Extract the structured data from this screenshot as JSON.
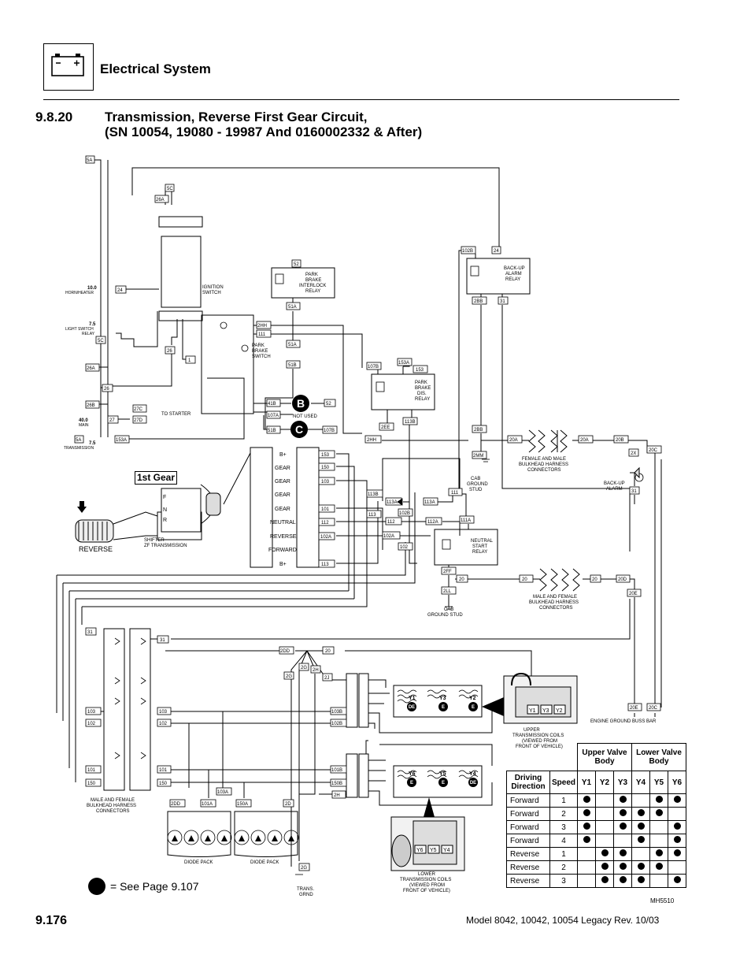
{
  "header": {
    "title": "Electrical System"
  },
  "section": {
    "number": "9.8.20",
    "title_line1": "Transmission, Reverse First Gear Circuit,",
    "title_line2": "(SN 10054, 19080 - 19987 And 0160002332 & After)"
  },
  "diagram": {
    "gear_label": "1st Gear",
    "reverse_label": "REVERSE",
    "shifter_label": "SHIFTER",
    "shifter_sub": "ZF TRANSMISSION",
    "ignition_switch": "IGNITION\nSWITCH",
    "park_brake_switch": "PARK\nBRAKE\nSWITCH",
    "park_brake_interlock": "PARK\nBRAKE\nINTERLOCK\nRELAY",
    "park_brake_dis": "PARK\nBRAKE\nDIS.\nRELAY",
    "backup_alarm_relay": "BACK-UP\nALARM\nRELAY",
    "backup_alarm": "BACK-UP\nALARM",
    "neutral_start_relay": "NEUTRAL\nSTART\nRELAY",
    "cab_ground_stud": "CAB\nGROUND\nSTUD",
    "cab_ground_stud2": "CAB\nGROUND STUD",
    "female_male_bh": "FEMALE AND MALE\nBULKHEAD HARNESS\nCONNECTORS",
    "male_female_bh": "MALE AND FEMALE\nBULKHEAD HARNESS\nCONNECTORS",
    "male_female_bh2": "MALE AND FEMALE\nBULKHEAD HARNESS\nCONNECTORS",
    "engine_ground_bus": "ENGINE GROUND BUSS BAR",
    "upper_coils": "UPPER\nTRANSMISSION COILS\n(VIEWED FROM\nFRONT OF VEHICLE)",
    "lower_coils": "LOWER\nTRANSMISSION COILS\n(VIEWED FROM\nFRONT OF VEHICLE)",
    "diode_pack": "DIODE PACK",
    "trans_grnd": "TRANS.\nGRND",
    "to_starter": "TO STARTER",
    "not_used": "NOT USED",
    "fuses": [
      {
        "amp": "10.0",
        "name": "HORN/HEATER"
      },
      {
        "amp": "7.5",
        "name": "LIGHT SWITCH\nRELAY"
      },
      {
        "amp": "40.0",
        "name": "MAIN"
      },
      {
        "amp": "7.5",
        "name": "TRANSMISSION"
      }
    ],
    "shifter_pins": [
      "B+",
      "GEAR",
      "GEAR",
      "GEAR",
      "GEAR",
      "NEUTRAL",
      "REVERSE",
      "FORWARD",
      "B+"
    ],
    "shifter_wires": [
      "153",
      "150",
      "103",
      "",
      "101",
      "112",
      "102A",
      "113"
    ],
    "marker_b": "B",
    "marker_c": "C",
    "wire_labels": [
      "5A",
      "5C",
      "26A",
      "24",
      "26",
      "26A",
      "26B",
      "27",
      "27C",
      "27D",
      "5A",
      "153A",
      "2HH",
      "111",
      "41B",
      "107A",
      "51B",
      "107B",
      "51A",
      "51B",
      "52",
      "153A",
      "153",
      "107B",
      "2EE",
      "113B",
      "102B",
      "24",
      "2BB",
      "31",
      "2BB",
      "2MM",
      "20A",
      "20A",
      "20B",
      "2X",
      "20C",
      "31",
      "113B",
      "113A",
      "113A",
      "111",
      "111A",
      "113",
      "102B",
      "112",
      "112A",
      "102A",
      "102",
      "2FF",
      "2LL",
      "20",
      "20",
      "20D",
      "20E",
      "31",
      "31",
      "2DD",
      "20",
      "2G",
      "2H",
      "2J",
      "103",
      "103",
      "102",
      "102",
      "103B",
      "102B",
      "101",
      "101",
      "150",
      "150",
      "101B",
      "150B",
      "2H",
      "2DD",
      "101A",
      "103A",
      "150A",
      "2D",
      "2G",
      "20E",
      "20C"
    ]
  },
  "coils": {
    "upper": [
      "Y1",
      "Y3",
      "Y2"
    ],
    "lower": [
      "Y6",
      "Y5",
      "Y4"
    ],
    "upper_dots": [
      "DE",
      "E",
      "E"
    ],
    "lower_dots": [
      "E",
      "E",
      "DE"
    ]
  },
  "table": {
    "upper_header": "Upper Valve Body",
    "lower_header": "Lower Valve Body",
    "dir_header": "Driving Direction",
    "speed_header": "Speed",
    "valves": [
      "Y1",
      "Y2",
      "Y3",
      "Y4",
      "Y5",
      "Y6"
    ],
    "rows": [
      {
        "dir": "Forward",
        "speed": "1",
        "on": [
          1,
          0,
          1,
          0,
          1,
          1
        ]
      },
      {
        "dir": "Forward",
        "speed": "2",
        "on": [
          1,
          0,
          1,
          1,
          1,
          0
        ]
      },
      {
        "dir": "Forward",
        "speed": "3",
        "on": [
          1,
          0,
          1,
          1,
          0,
          1
        ]
      },
      {
        "dir": "Forward",
        "speed": "4",
        "on": [
          1,
          0,
          0,
          1,
          0,
          1
        ]
      },
      {
        "dir": "Reverse",
        "speed": "1",
        "on": [
          0,
          1,
          1,
          0,
          1,
          1
        ]
      },
      {
        "dir": "Reverse",
        "speed": "2",
        "on": [
          0,
          1,
          1,
          1,
          1,
          0
        ]
      },
      {
        "dir": "Reverse",
        "speed": "3",
        "on": [
          0,
          1,
          1,
          1,
          0,
          1
        ]
      }
    ]
  },
  "legend": {
    "text": "= See Page 9.107"
  },
  "footer": {
    "page": "9.176",
    "model": "Model  8042, 10042, 10054 Legacy    Rev.  10/03",
    "code": "MH5510"
  }
}
